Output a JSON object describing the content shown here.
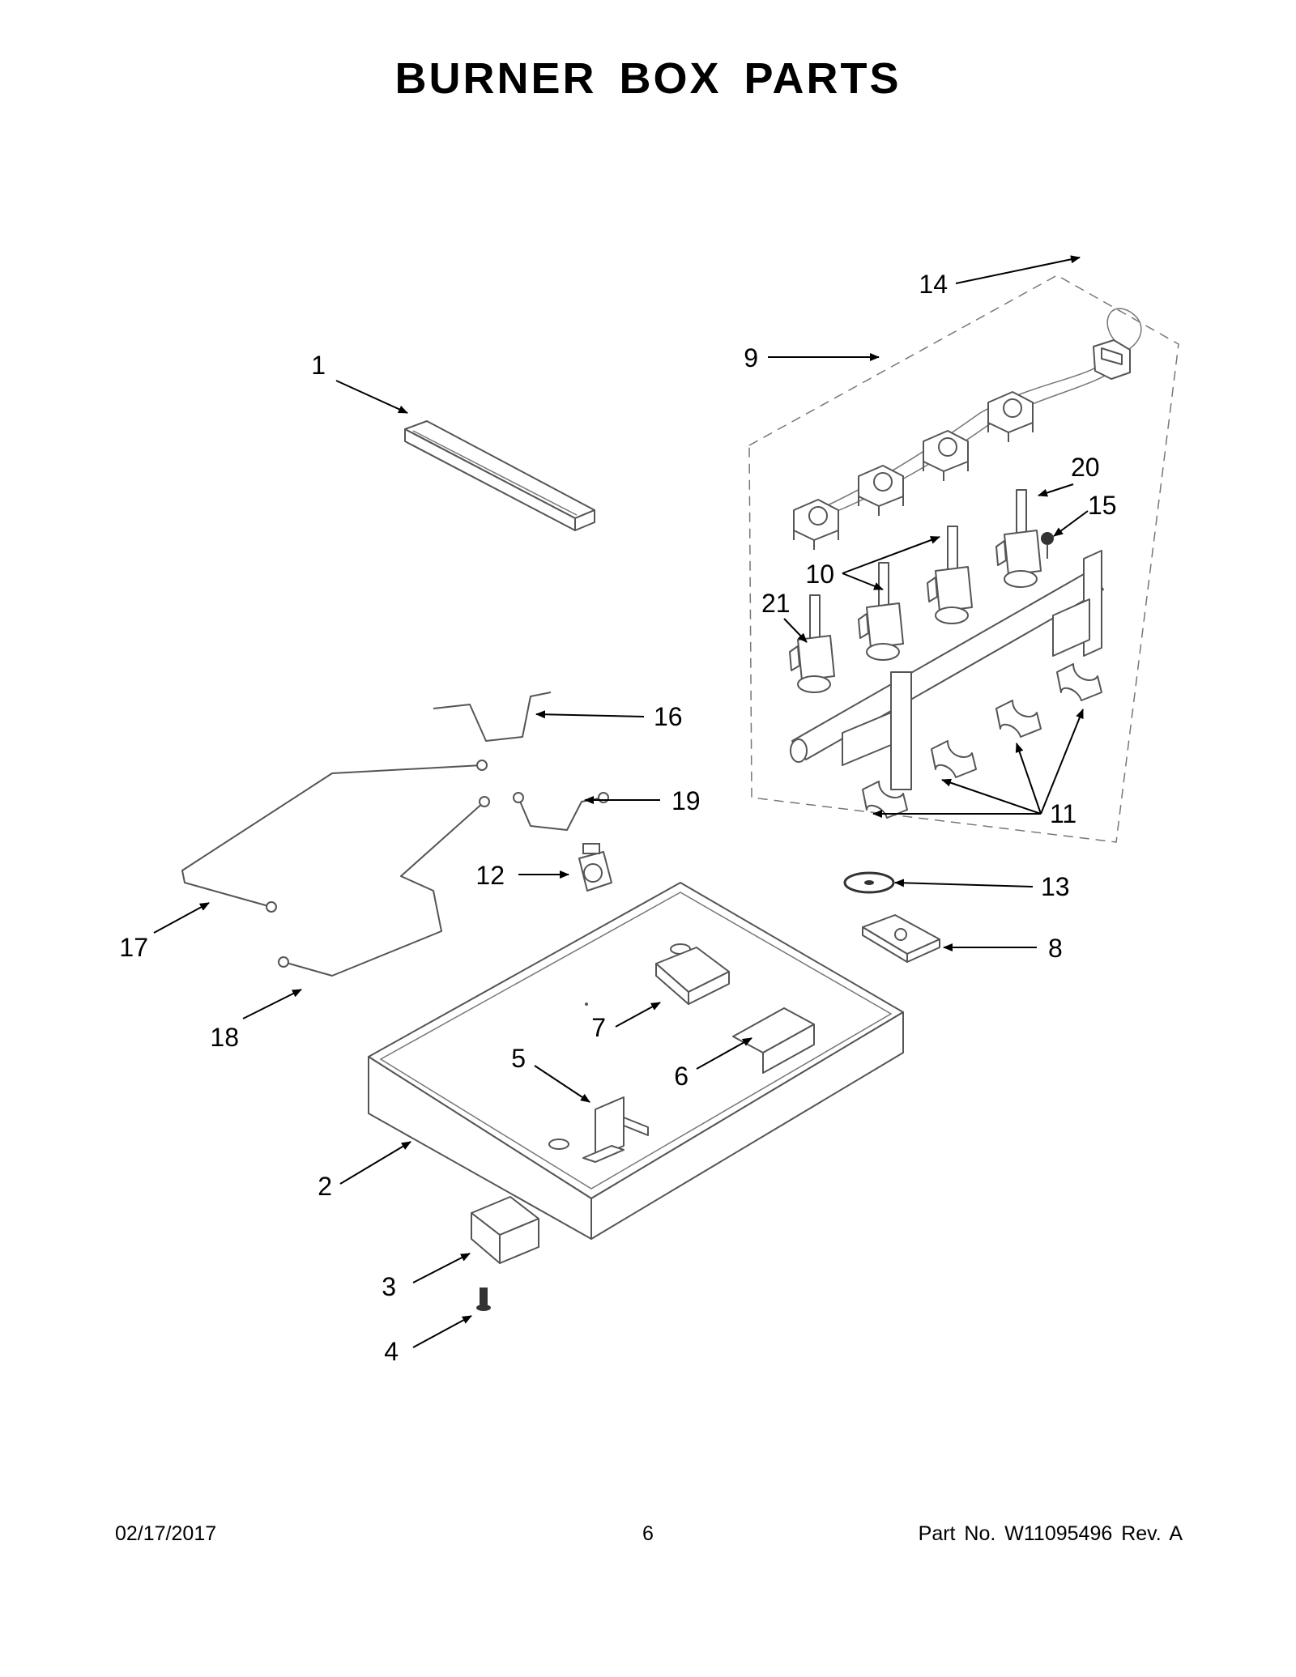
{
  "title": "BURNER BOX PARTS",
  "footer": {
    "date": "02/17/2017",
    "page": "6",
    "part_number": "Part No.  W11095496  Rev.  A"
  },
  "callouts": {
    "c1": "1",
    "c2": "2",
    "c3": "3",
    "c4": "4",
    "c5": "5",
    "c6": "6",
    "c7": "7",
    "c8": "8",
    "c9": "9",
    "c10": "10",
    "c11": "11",
    "c12": "12",
    "c13": "13",
    "c14": "14",
    "c15": "15",
    "c16": "16",
    "c17": "17",
    "c18": "18",
    "c19": "19",
    "c20": "20",
    "c21": "21"
  }
}
